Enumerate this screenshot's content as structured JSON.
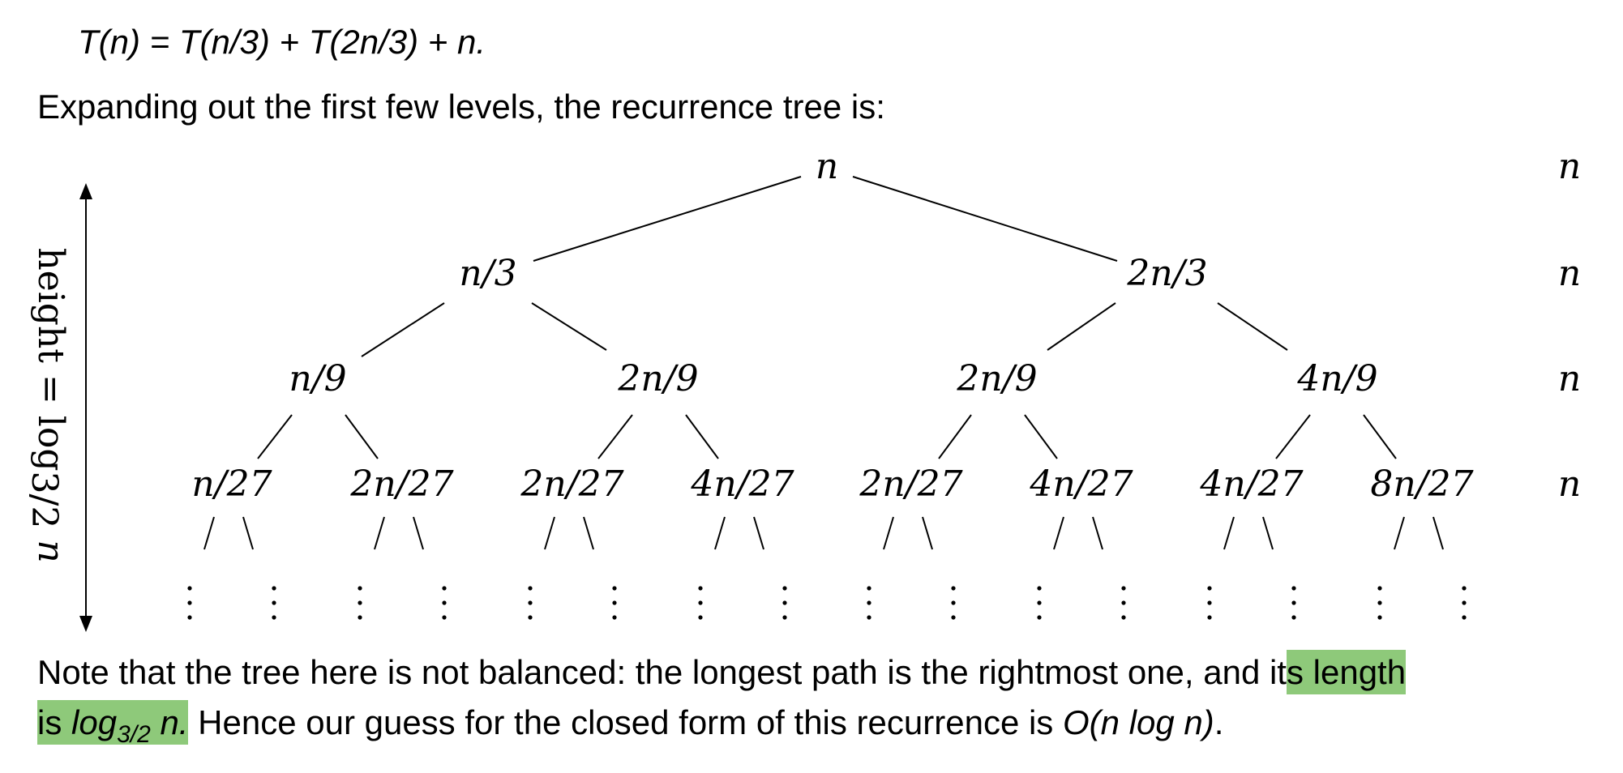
{
  "recurrence": "T(n) = T(n/3) + T(2n/3) + n.",
  "intro": "Expanding out the first few levels, the recurrence tree is:",
  "tree": {
    "root": "n",
    "level1": [
      "n/3",
      "2n/3"
    ],
    "level2": [
      "n/9",
      "2n/9",
      "2n/9",
      "4n/9"
    ],
    "level3": [
      "n/27",
      "2n/27",
      "2n/27",
      "4n/27",
      "2n/27",
      "4n/27",
      "4n/27",
      "8n/27"
    ],
    "level_sums": [
      "n",
      "n",
      "n",
      "n"
    ],
    "height_label": "height = log",
    "height_base": "3/2",
    "height_var": " n"
  },
  "note": {
    "part1": "Note that the tree here is not balanced: the longest path is the rightmost one, and it",
    "highlight1": "s length",
    "highlight2_pre": "is ",
    "highlight2_log": "log",
    "highlight2_base": "3/2",
    "highlight2_post": " n.",
    "part2": " Hence our guess for the closed form of this recurrence is ",
    "bigO": "O(n log n)",
    "end": "."
  },
  "colors": {
    "highlight": "#8ec97a"
  }
}
